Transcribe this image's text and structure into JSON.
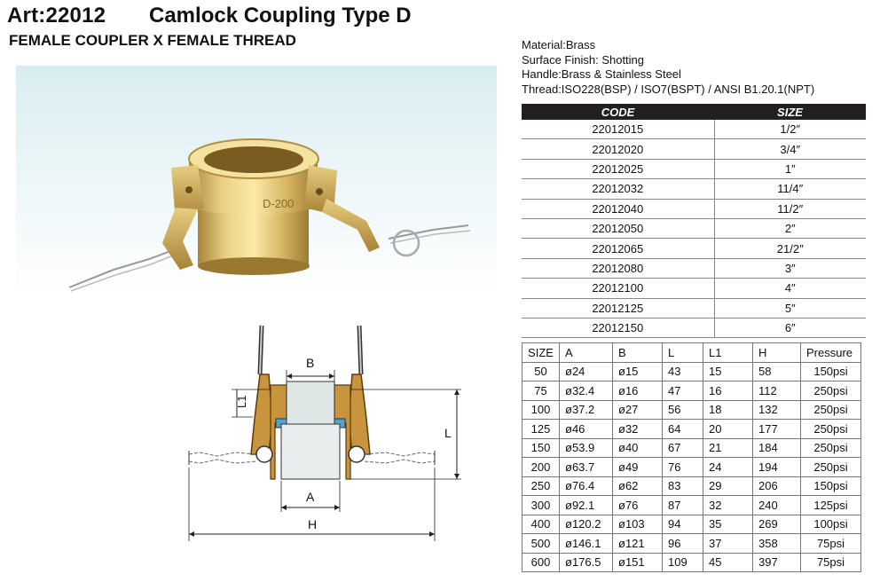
{
  "header": {
    "art": "Art:22012",
    "name": "Camlock Coupling Type D",
    "subtitle": "FEMALE COUPLER X FEMALE THREAD"
  },
  "specs": [
    "Material:Brass",
    "Surface Finish: Shotting",
    "Handle:Brass & Stainless Steel",
    "Thread:ISO228(BSP) / ISO7(BSPT) / ANSI B1.20.1(NPT)"
  ],
  "product": {
    "body_marking": "D-200"
  },
  "code_table": {
    "headers": [
      "CODE",
      "SIZE"
    ],
    "rows": [
      [
        "22012015",
        "1/2″"
      ],
      [
        "22012020",
        "3/4″"
      ],
      [
        "22012025",
        "1″"
      ],
      [
        "22012032",
        "11/4″"
      ],
      [
        "22012040",
        "11/2″"
      ],
      [
        "22012050",
        "2″"
      ],
      [
        "22012065",
        "21/2″"
      ],
      [
        "22012080",
        "3″"
      ],
      [
        "22012100",
        "4″"
      ],
      [
        "22012125",
        "5″"
      ],
      [
        "22012150",
        "6″"
      ]
    ]
  },
  "size_table": {
    "headers": [
      "SIZE",
      "A",
      "B",
      "L",
      "L1",
      "H",
      "Pressure"
    ],
    "rows": [
      [
        "50",
        "ø24",
        "ø15",
        "43",
        "15",
        "58",
        "150psi"
      ],
      [
        "75",
        "ø32.4",
        "ø16",
        "47",
        "16",
        "112",
        "250psi"
      ],
      [
        "100",
        "ø37.2",
        "ø27",
        "56",
        "18",
        "132",
        "250psi"
      ],
      [
        "125",
        "ø46",
        "ø32",
        "64",
        "20",
        "177",
        "250psi"
      ],
      [
        "150",
        "ø53.9",
        "ø40",
        "67",
        "21",
        "184",
        "250psi"
      ],
      [
        "200",
        "ø63.7",
        "ø49",
        "76",
        "24",
        "194",
        "250psi"
      ],
      [
        "250",
        "ø76.4",
        "ø62",
        "83",
        "29",
        "206",
        "150psi"
      ],
      [
        "300",
        "ø92.1",
        "ø76",
        "87",
        "32",
        "240",
        "125psi"
      ],
      [
        "400",
        "ø120.2",
        "ø103",
        "94",
        "35",
        "269",
        "100psi"
      ],
      [
        "500",
        "ø146.1",
        "ø121",
        "96",
        "37",
        "358",
        "75psi"
      ],
      [
        "600",
        "ø176.5",
        "ø151",
        "109",
        "45",
        "397",
        "75psi"
      ]
    ]
  },
  "diagram": {
    "labels": {
      "B": "B",
      "L1": "L1",
      "L": "L",
      "A": "A",
      "H": "H"
    }
  }
}
